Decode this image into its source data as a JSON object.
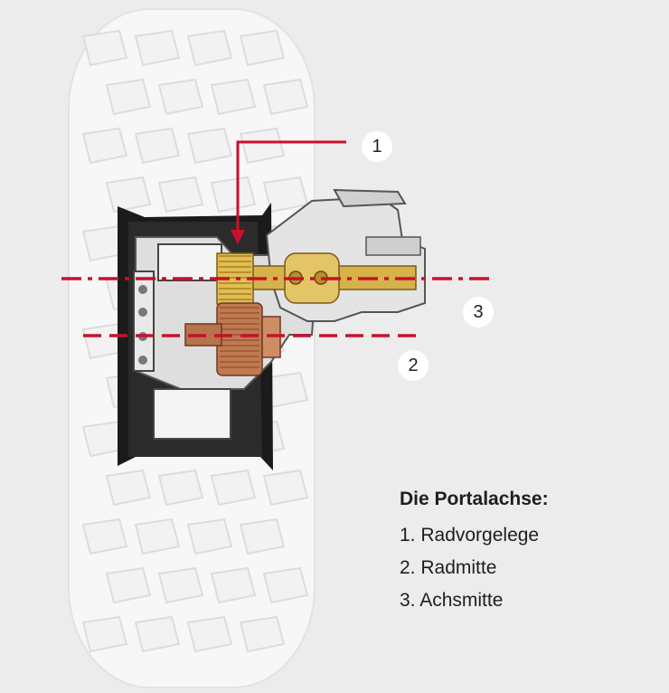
{
  "colors": {
    "background": "#ececec",
    "tire": "#f7f7f7",
    "tread_outline": "#dddddd",
    "rim": "#1a1a1a",
    "gear_gold": "#d6b24a",
    "gear_copper": "#c07a52",
    "marker_red": "#c8102e"
  },
  "callouts": {
    "one": "1",
    "two": "2",
    "three": "3"
  },
  "legend": {
    "title": "Die Portalachse:",
    "items": [
      "1. Radvorgelege",
      "2. Radmitte",
      "3. Achsmitte"
    ]
  }
}
